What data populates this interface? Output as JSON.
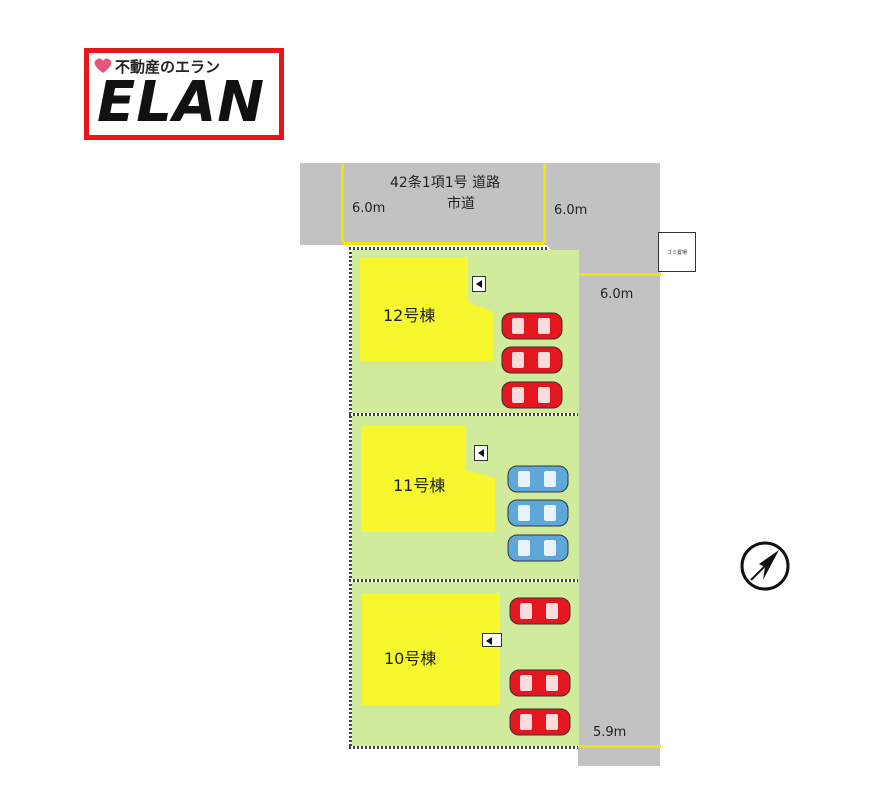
{
  "logo": {
    "tagline": "不動産のエラン",
    "brand": "ELAN",
    "heart_color": "#e8557a",
    "border_color": "#e8151b"
  },
  "road_north": {
    "title": "42条1項1号 道路",
    "subtitle": "市道",
    "width_left": "6.0m",
    "width_right": "6.0m"
  },
  "road_east": {
    "width_top": "6.0m",
    "width_bottom": "5.9m"
  },
  "collection_point": {
    "label": "ゴミ置場"
  },
  "lots": [
    {
      "label": "12号棟",
      "parking_color": "red"
    },
    {
      "label": "11号棟",
      "parking_color": "blue"
    },
    {
      "label": "10号棟",
      "parking_color": "red"
    }
  ],
  "colors": {
    "road": "#c2c2c2",
    "lot": "#d1eb9d",
    "house": "#f7f72e",
    "boundary": "#f2e600",
    "car_red": "#e4161f",
    "car_blue": "#5ea7d9"
  },
  "compass": {
    "icon": "north-arrow-icon"
  }
}
